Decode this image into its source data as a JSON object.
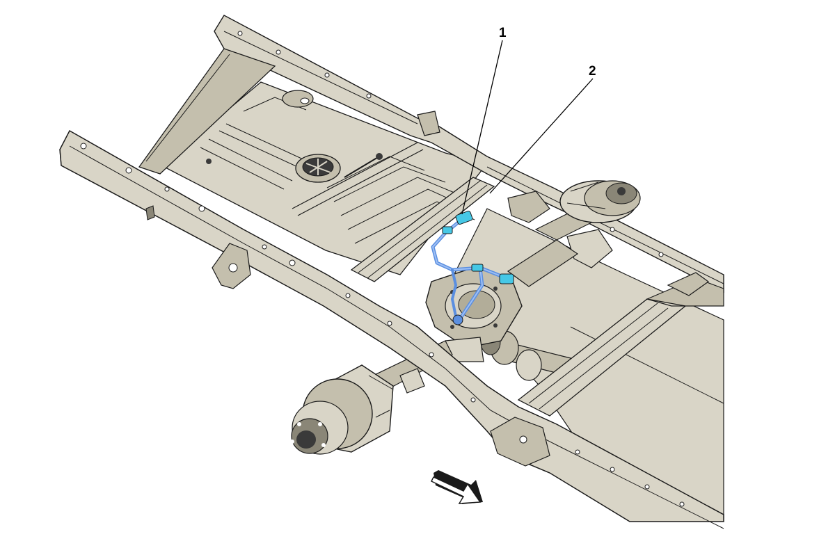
{
  "colors": {
    "background": "#ffffff",
    "frame_fill": "#d9d5c7",
    "frame_shade": "#c4bfad",
    "frame_dark": "#b2ad99",
    "outline": "#1a1a1a",
    "harness": "#5b8fe0",
    "harness_light": "#9fc0f5",
    "harness_connector": "#46c8e6",
    "leader": "#000000"
  },
  "callouts": [
    {
      "id": "1",
      "label": "1"
    },
    {
      "id": "2",
      "label": "2"
    }
  ],
  "icons": {
    "direction_arrow": "forward-arrow-icon",
    "harness": "wiring-harness-icon",
    "frame": "vehicle-frame-icon",
    "axle": "rear-axle-icon",
    "fuel_tank": "fuel-tank-icon"
  }
}
